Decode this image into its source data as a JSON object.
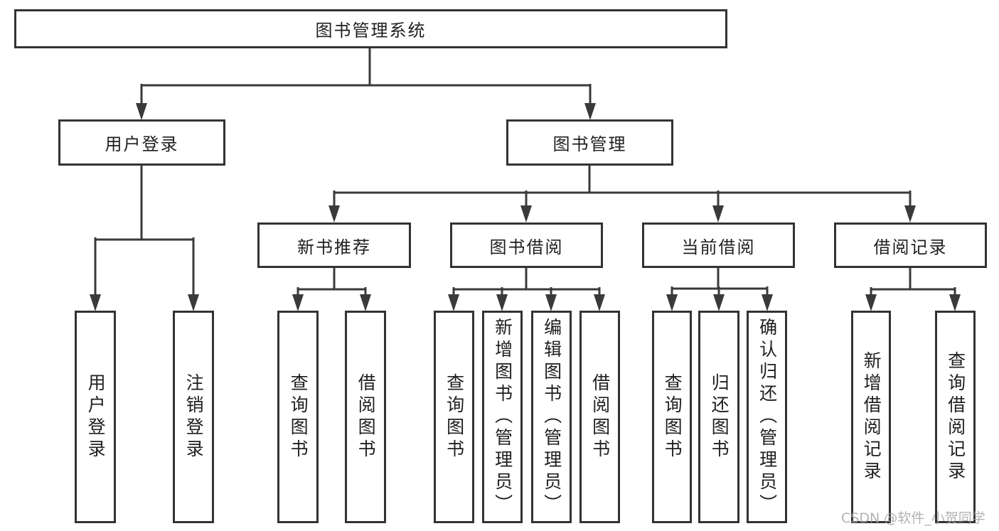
{
  "diagram": {
    "root": {
      "label": "图书管理系统"
    },
    "level2": {
      "user_login": {
        "label": "用户登录"
      },
      "book_management": {
        "label": "图书管理"
      }
    },
    "level3": {
      "new_book_recommend": {
        "label": "新书推荐"
      },
      "book_borrowing": {
        "label": "图书借阅"
      },
      "current_borrowing": {
        "label": "当前借阅"
      },
      "borrowing_records": {
        "label": "借阅记录"
      }
    },
    "leaves": {
      "user_login": [
        "用户登录",
        "注销登录"
      ],
      "new_book_recommend": [
        "查询图书",
        "借阅图书"
      ],
      "book_borrowing": [
        "查询图书",
        "新增图书（管理员）",
        "编辑图书（管理员）",
        "借阅图书"
      ],
      "current_borrowing": [
        "查询图书",
        "归还图书",
        "确认归还（管理员）"
      ],
      "borrowing_records": [
        "新增借阅记录",
        "查询借阅记录"
      ]
    },
    "watermark": "CSDN @软件_小贺同学",
    "colors": {
      "line": "#3a3a3a",
      "box_border": "#333333",
      "box_fill": "#ffffff",
      "text": "#1f1f1f",
      "watermark": "#a5a5a5",
      "background": "#ffffff"
    }
  }
}
